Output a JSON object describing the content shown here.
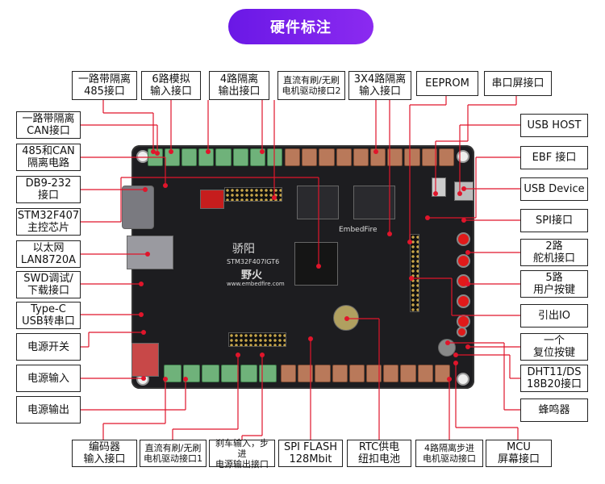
{
  "header": {
    "title": "硬件标注"
  },
  "board": {
    "brand": "EmbedFire",
    "name": "骄阳",
    "model": "STM32F407IGT6",
    "logo_text": "野火",
    "website": "www.embedfire.com"
  },
  "labels": {
    "top": [
      "一路带隔离\n485接口",
      "6路模拟\n输入接口",
      "4路隔离\n输出接口",
      "直流有刷/无刷\n电机驱动接口2",
      "3X4路隔离\n输入接口",
      "EEPROM",
      "串口屏接口"
    ],
    "left": [
      "一路带隔离\nCAN接口",
      "485和CAN\n隔离电路",
      "DB9-232\n接口",
      "STM32F407\n主控芯片",
      "以太网\nLAN8720A",
      "SWD调试/\n下载接口",
      "Type-C\nUSB转串口",
      "电源开关",
      "电源输入",
      "电源输出"
    ],
    "right": [
      "USB HOST",
      "EBF 接口",
      "USB Device",
      "SPI接口",
      "2路\n舵机接口",
      "5路\n用户按键",
      "引出IO",
      "一个\n复位按键",
      "DHT11/DS\n18B20接口",
      "蜂鸣器"
    ],
    "bottom": [
      "编码器\n输入接口",
      "直流有刷/无刷\n电机驱动接口1",
      "刹车输入，步进\n电源输出接口",
      "SPI FLASH\n128Mbit",
      "RTC供电\n纽扣电池",
      "4路隔离步进\n电机驱动接口",
      "MCU\n屏幕接口"
    ]
  },
  "colors": {
    "header": "#7a22ee",
    "line": "#e0152b",
    "board": "#1d1d20"
  }
}
